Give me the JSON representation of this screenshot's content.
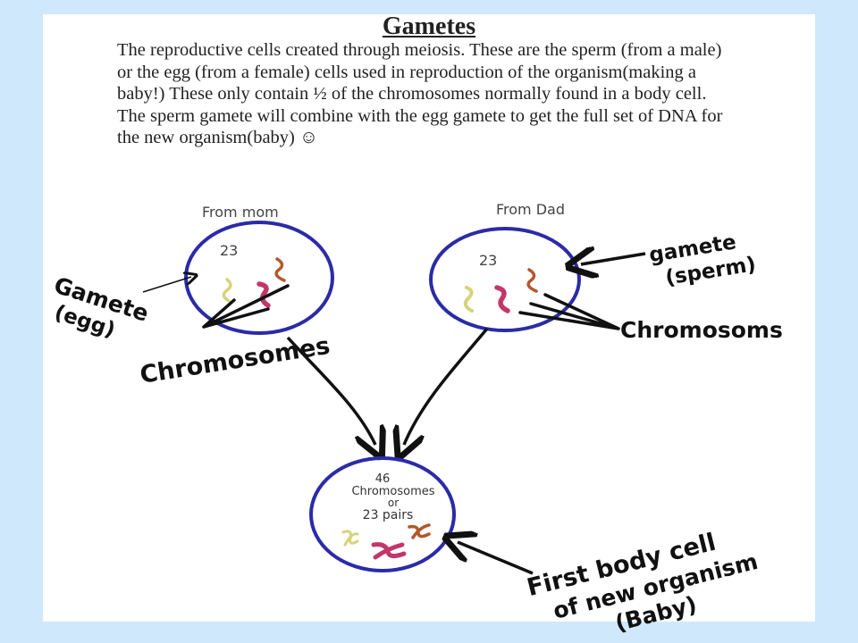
{
  "title": "Gametes",
  "paragraph": "The reproductive cells created through meiosis.  These are the sperm (from a male) or the egg (from a female) cells used in reproduction of the organism(making a baby!) These only contain ½ of the chromosomes normally found in a body cell.  The sperm gamete will combine with the egg gamete to get the full set of DNA for the new organism(baby) ☺",
  "mom": {
    "heading": "From mom",
    "count": "23",
    "gamete_label_1": "Gamete",
    "gamete_label_2": "(egg)",
    "chromosomes_label": "Chromosomes"
  },
  "dad": {
    "heading": "From Dad",
    "count": "23",
    "gamete_label_1": "gamete",
    "gamete_label_2": "(sperm)",
    "chromosomes_label": "Chromosoms"
  },
  "baby": {
    "count_line_1": "46",
    "count_line_2": "Chromosomes",
    "count_line_3": "or",
    "count_line_4": "23 pairs",
    "label_1": "First body cell",
    "label_2": "of new organism",
    "label_3": "(Baby)"
  },
  "colors": {
    "background": "#cfe8fb",
    "cell_outline": "#2b2ba8",
    "chromosome_yellow": "#d8d27a",
    "chromosome_pink": "#c2376a",
    "chromosome_orange": "#b2582a"
  }
}
